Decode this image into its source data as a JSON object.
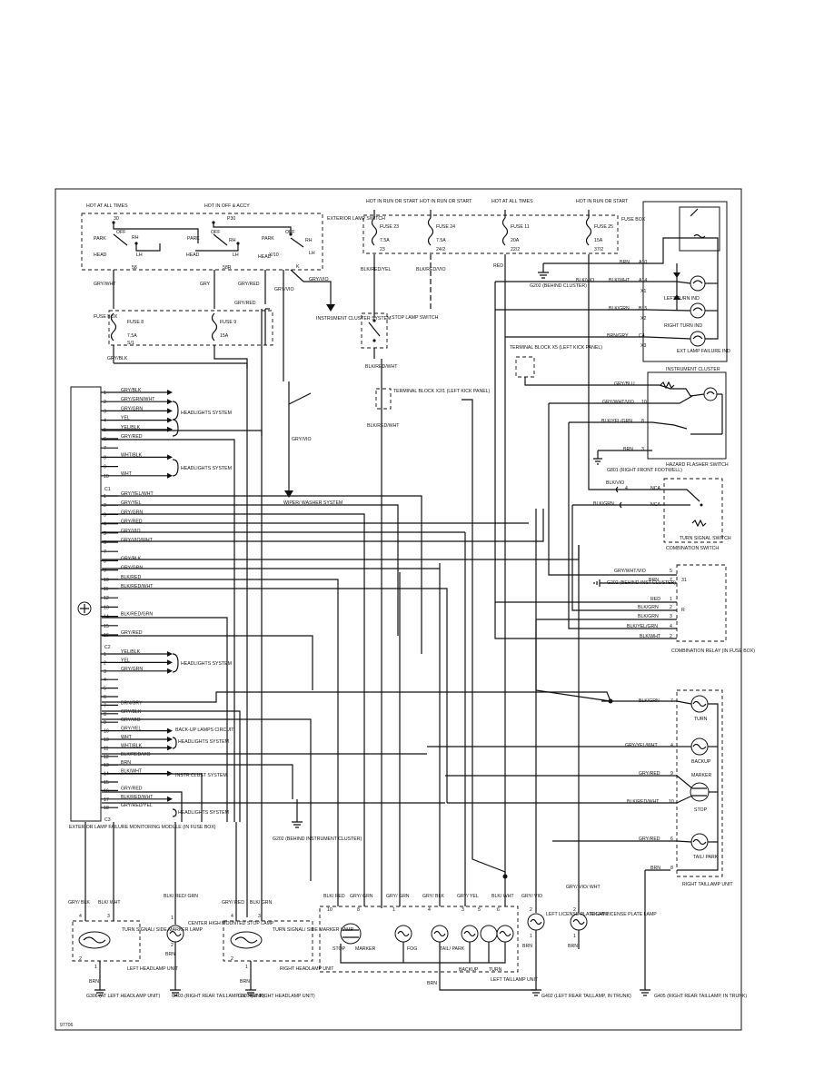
{
  "figure_id": "97706",
  "power_feeds": [
    {
      "text": "HOT AT ALL TIMES"
    },
    {
      "text": "HOT IN OFF & ACCY"
    },
    {
      "text": "HOT IN RUN OR START"
    },
    {
      "text": "HOT IN RUN OR START"
    },
    {
      "text": "HOT AT ALL TIMES"
    },
    {
      "text": "HOT IN RUN OR START"
    }
  ],
  "fuses_top": [
    {
      "name": "FUSE 23",
      "rating": "7.5A",
      "term": "23"
    },
    {
      "name": "FUSE 24",
      "rating": "7.5A",
      "term": "24/2"
    },
    {
      "name": "FUSE 11",
      "rating": "20A",
      "term": "22/2"
    },
    {
      "name": "FUSE 25",
      "rating": "15A",
      "term": "37/2"
    }
  ],
  "fuse_box_label": "FUSE BOX",
  "switch": {
    "title": "EXTERIOR LAMP SWITCH",
    "terms": [
      "30",
      "P30",
      "58",
      "58R",
      "X/10",
      "K"
    ],
    "positions": [
      "PARK",
      "OFF",
      "RH",
      "PARK",
      "OFF",
      "RH",
      "PARK",
      "OFF",
      "RH",
      "HEAD",
      "LH",
      "HEAD",
      "LH",
      "HEAD",
      "LH"
    ]
  },
  "fuses_left": [
    {
      "name": "FUSE 8",
      "rating": "7.5A",
      "term": "S/1"
    },
    {
      "name": "FUSE 9",
      "rating": "15A",
      "term": ""
    }
  ],
  "wires_switch": [
    "GRY/WHT",
    "GRY",
    "GRY/RED",
    "GRY/VIO",
    "GRY/VIO",
    "GRY/BLK",
    "GRY/RED"
  ],
  "instrument_cluster_system": "INSTRUMENT CLUSTER SYSTEM",
  "stop_switch": {
    "label": "STOP LAMP SWITCH",
    "wire": "BLK/RED/WHT"
  },
  "terminal_blocks": [
    {
      "label": "TERMINAL BLOCK X2/1 (LEFT KICK PANEL)"
    },
    {
      "label": "TERMINAL BLOCK X5 (LEFT KICK PANEL)"
    }
  ],
  "wires_top": [
    "BLK/RED/YEL",
    "BLK/RED/VIO",
    "RED",
    "BLK/VIO"
  ],
  "instrument_cluster": {
    "title": "INSTRUMENT CLUSTER",
    "pins": [
      {
        "pin": "A10",
        "wire": "BRN"
      },
      {
        "pin": "A14",
        "wire": "BLK/WHT"
      },
      {
        "pin": "B15",
        "wire": "BLK/GRN"
      },
      {
        "pin": "C4",
        "wire": "BRN/GRY"
      }
    ],
    "lamps": [
      "LEFT TURN IND",
      "RIGHT TURN IND",
      "EXT LAMP FAILURE IND"
    ],
    "x_labels": [
      "X1",
      "X2",
      "X3"
    ],
    "ground": "G202 (BEHIND CLUSTER)"
  },
  "hazard_switch": {
    "title": "HAZARD FLASHER SWITCH",
    "pins": [
      {
        "pin": "10",
        "wire": "GRY/BLU"
      },
      {
        "pin": "10",
        "wire": "GRY/WHT/VIO"
      },
      {
        "pin": "8",
        "wire": "BLK/YEL/GRN"
      },
      {
        "pin": "3",
        "wire": "BRN"
      }
    ],
    "ground": "G801 (RIGHT FRONT FOOTWELL)"
  },
  "turn_signal_switch": {
    "title": "TURN SIGNAL SWITCH",
    "parent": "COMBINATION SWITCH",
    "pins": [
      {
        "pin": "4",
        "wire": "BLK/VIO",
        "term": "NCA"
      },
      {
        "pin": "",
        "wire": "BLK/GRN",
        "term": "NCA"
      }
    ]
  },
  "combination_relay": {
    "title": "COMBINATION RELAY (IN FUSE BOX)",
    "pins": [
      {
        "pin": "5",
        "wire": "GRY/WHT/VIO"
      },
      {
        "pin": "7",
        "wire": "BRN"
      },
      {
        "pin": "1",
        "wire": "RED"
      },
      {
        "pin": "2",
        "wire": "BLK/GRN"
      },
      {
        "pin": "3",
        "wire": "BLK/GRN"
      },
      {
        "pin": "4",
        "wire": "BLK/YEL/GRN"
      },
      {
        "pin": "2",
        "wire": "BLK/WHT"
      }
    ],
    "ground": "G202 (BEHIND INST CLUSTER)",
    "terms": [
      "31",
      "R"
    ]
  },
  "module": {
    "title": "EXTERIOR LAMP FAILURE MONITORING MODULE (IN FUSE BOX)",
    "connectors": [
      "C1",
      "C2",
      "C3"
    ],
    "group1": [
      {
        "pin": "1",
        "wire": "GRY/BLK"
      },
      {
        "pin": "2",
        "wire": "GRY/GRN/WHT"
      },
      {
        "pin": "3",
        "wire": "GRY/GRN"
      },
      {
        "pin": "4",
        "wire": "YEL"
      },
      {
        "pin": "5",
        "wire": "YEL/BLK"
      },
      {
        "pin": "6",
        "wire": "GRY/RED"
      },
      {
        "pin": "7",
        "wire": ""
      },
      {
        "pin": "8",
        "wire": "WHT/BLK"
      },
      {
        "pin": "9",
        "wire": ""
      },
      {
        "pin": "10",
        "wire": "WHT"
      }
    ],
    "group2": [
      {
        "pin": "1",
        "wire": "GRY/YEL/WHT"
      },
      {
        "pin": "2",
        "wire": "GRY/YEL"
      },
      {
        "pin": "3",
        "wire": "GRY/GRN"
      },
      {
        "pin": "4",
        "wire": "GRY/RED"
      },
      {
        "pin": "5",
        "wire": "GRY/VIO"
      },
      {
        "pin": "6",
        "wire": "GRY/VIO/WHT"
      },
      {
        "pin": "7",
        "wire": ""
      },
      {
        "pin": "8",
        "wire": "GRY/BLK"
      },
      {
        "pin": "9",
        "wire": "GRY/GRN"
      },
      {
        "pin": "10",
        "wire": "BLK/RED"
      },
      {
        "pin": "11",
        "wire": "BLK/RED/WHT"
      },
      {
        "pin": "12",
        "wire": ""
      },
      {
        "pin": "13",
        "wire": ""
      },
      {
        "pin": "14",
        "wire": "BLK/RED/GRN"
      },
      {
        "pin": "15",
        "wire": ""
      },
      {
        "pin": "16",
        "wire": "GRY/RED"
      }
    ],
    "group3": [
      {
        "pin": "1",
        "wire": "YEL/BLK"
      },
      {
        "pin": "2",
        "wire": "YEL"
      },
      {
        "pin": "3",
        "wire": "GRY/GRN"
      },
      {
        "pin": "4",
        "wire": ""
      },
      {
        "pin": "5",
        "wire": ""
      },
      {
        "pin": "6",
        "wire": ""
      },
      {
        "pin": "7",
        "wire": "BRN/GRY"
      },
      {
        "pin": "8",
        "wire": "GRY/BLK"
      },
      {
        "pin": "9",
        "wire": "GRY/VIO"
      },
      {
        "pin": "10",
        "wire": "GRY/YEL"
      },
      {
        "pin": "10",
        "wire": "WHT"
      },
      {
        "pin": "11",
        "wire": "WHT/BLK"
      },
      {
        "pin": "12",
        "wire": "BLK/RED/VIO"
      },
      {
        "pin": "13",
        "wire": "BRN"
      },
      {
        "pin": "14",
        "wire": "BLK/WHT"
      },
      {
        "pin": "15",
        "wire": ""
      },
      {
        "pin": "16",
        "wire": "GRY/RED"
      },
      {
        "pin": "17",
        "wire": "BLK/RED/WHT"
      },
      {
        "pin": "18",
        "wire": "GRY/RED/YEL"
      }
    ],
    "targets": [
      "HEADLIGHTS SYSTEM",
      "HEADLIGHTS SYSTEM",
      "HEADLIGHTS SYSTEM",
      "BACK-UP LAMPS CIRCUIT",
      "HEADLIGHTS SYSTEM",
      "INSTR CLUST SYSTEM",
      "HEADLIGHTS SYSTEM"
    ]
  },
  "wiper_system": "WIPER/ WASHER SYSTEM",
  "ground_g202": "G202 (BEHIND INSTRUMENT CLUSTER)",
  "right_taillamp": {
    "title": "RIGHT TAILLAMP UNIT",
    "pins": [
      {
        "pin": "7",
        "wire": "BLK/GRN"
      },
      {
        "pin": "4",
        "wire": "GRY/YEL/WHT"
      },
      {
        "pin": "9",
        "wire": "GRY/RED"
      },
      {
        "pin": "10",
        "wire": "BLK/RED/WHT"
      },
      {
        "pin": "6",
        "wire": "GRY/RED"
      },
      {
        "pin": "8",
        "wire": "BRN"
      }
    ],
    "lamps": [
      "TURN",
      "BACKUP",
      "MARKER",
      "STOP",
      "TAIL/ PARK"
    ]
  },
  "bottom_components": [
    {
      "wires": [
        "GRY/ BLK",
        "BLK/ WHT"
      ],
      "pins": [
        "4",
        "3",
        "2",
        "1"
      ],
      "label": "TURN SIGNAL/ SIDE MARKER LAMP",
      "unit": "LEFT HEADLAMP UNIT",
      "ground_wire": "BRN",
      "ground": "G306 (AT LEFT HEADLAMP UNIT)"
    },
    {
      "wires": [
        "BLK/ RED/ GRN"
      ],
      "pins": [
        "1",
        "2"
      ],
      "label": "CENTER HIGH MOUNTED STOP LAMP",
      "unit": "",
      "ground_wire": "BRN",
      "ground": "G403 (RIGHT REAR TAILLAMP, IN TRUNK)"
    },
    {
      "wires": [
        "GRY/ RED",
        "BLK/ GRN"
      ],
      "pins": [
        "4",
        "3",
        "2",
        "1"
      ],
      "label": "TURN SIGNAL/ SIDE MARKER LAMP",
      "unit": "RIGHT HEADLAMP UNIT",
      "ground_wire": "BRN",
      "ground": "G107 (AT RIGHT HEADLAMP UNIT)"
    }
  ],
  "left_taillamp": {
    "title": "LEFT TAILLAMP UNIT",
    "wires": [
      "BLK/ RED",
      "GRY/ GRN",
      "GRY/ GRN",
      "GRY/ BLK",
      "GRY/ YEL",
      "BLK/ WHT"
    ],
    "pins": [
      "10",
      "8",
      "1",
      "4",
      "3",
      "5",
      "6"
    ],
    "lamps": [
      "STOP",
      "MARKER",
      "FOG",
      "TAIL/ PARK",
      "BACKUP",
      "TURN"
    ],
    "ground_wire": "BRN"
  },
  "license_lamps": [
    {
      "label": "LEFT LICENSE PLATE LAMP",
      "wire": "GRY/ VIO",
      "pins": [
        "2",
        "1"
      ],
      "ground_wire": "BRN"
    },
    {
      "label": "RIGHT LICENSE PLATE LAMP",
      "wire": "GRY/ VIO/ WHT",
      "pins": [
        "2",
        "1"
      ],
      "ground_wire": "BRN"
    }
  ],
  "grounds_right": [
    {
      "label": "G402 (LEFT REAR TAILLAMP, IN TRUNK)"
    },
    {
      "label": "G405 (RIGHT REAR TAILLAMP, IN TRUNK)"
    }
  ]
}
